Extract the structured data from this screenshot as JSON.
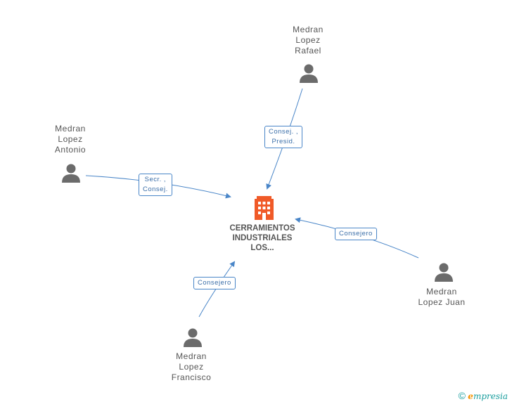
{
  "company": {
    "name_lines": [
      "CERRAMIENTOS",
      "INDUSTRIALES",
      "LOS..."
    ],
    "icon": "building-icon",
    "color": "#f05a28"
  },
  "people": [
    {
      "id": "rafael",
      "name_lines": [
        "Medran",
        "Lopez",
        "Rafael"
      ],
      "icon": "person-icon"
    },
    {
      "id": "antonio",
      "name_lines": [
        "Medran",
        "Lopez",
        "Antonio"
      ],
      "icon": "person-icon"
    },
    {
      "id": "juan",
      "name_lines": [
        "Medran",
        "Lopez Juan"
      ],
      "icon": "person-icon"
    },
    {
      "id": "francisco",
      "name_lines": [
        "Medran",
        "Lopez",
        "Francisco"
      ],
      "icon": "person-icon"
    }
  ],
  "relations": [
    {
      "from": "rafael",
      "label_lines": [
        "Consej. ,",
        "Presid."
      ]
    },
    {
      "from": "antonio",
      "label_lines": [
        "Secr. ,",
        "Consej."
      ]
    },
    {
      "from": "juan",
      "label_lines": [
        "Consejero"
      ]
    },
    {
      "from": "francisco",
      "label_lines": [
        "Consejero"
      ]
    }
  ],
  "colors": {
    "edge": "#4a86c8",
    "person": "#6b6b6b"
  },
  "brand": {
    "copyright": "©",
    "e": "e",
    "rest": "mpresia"
  }
}
